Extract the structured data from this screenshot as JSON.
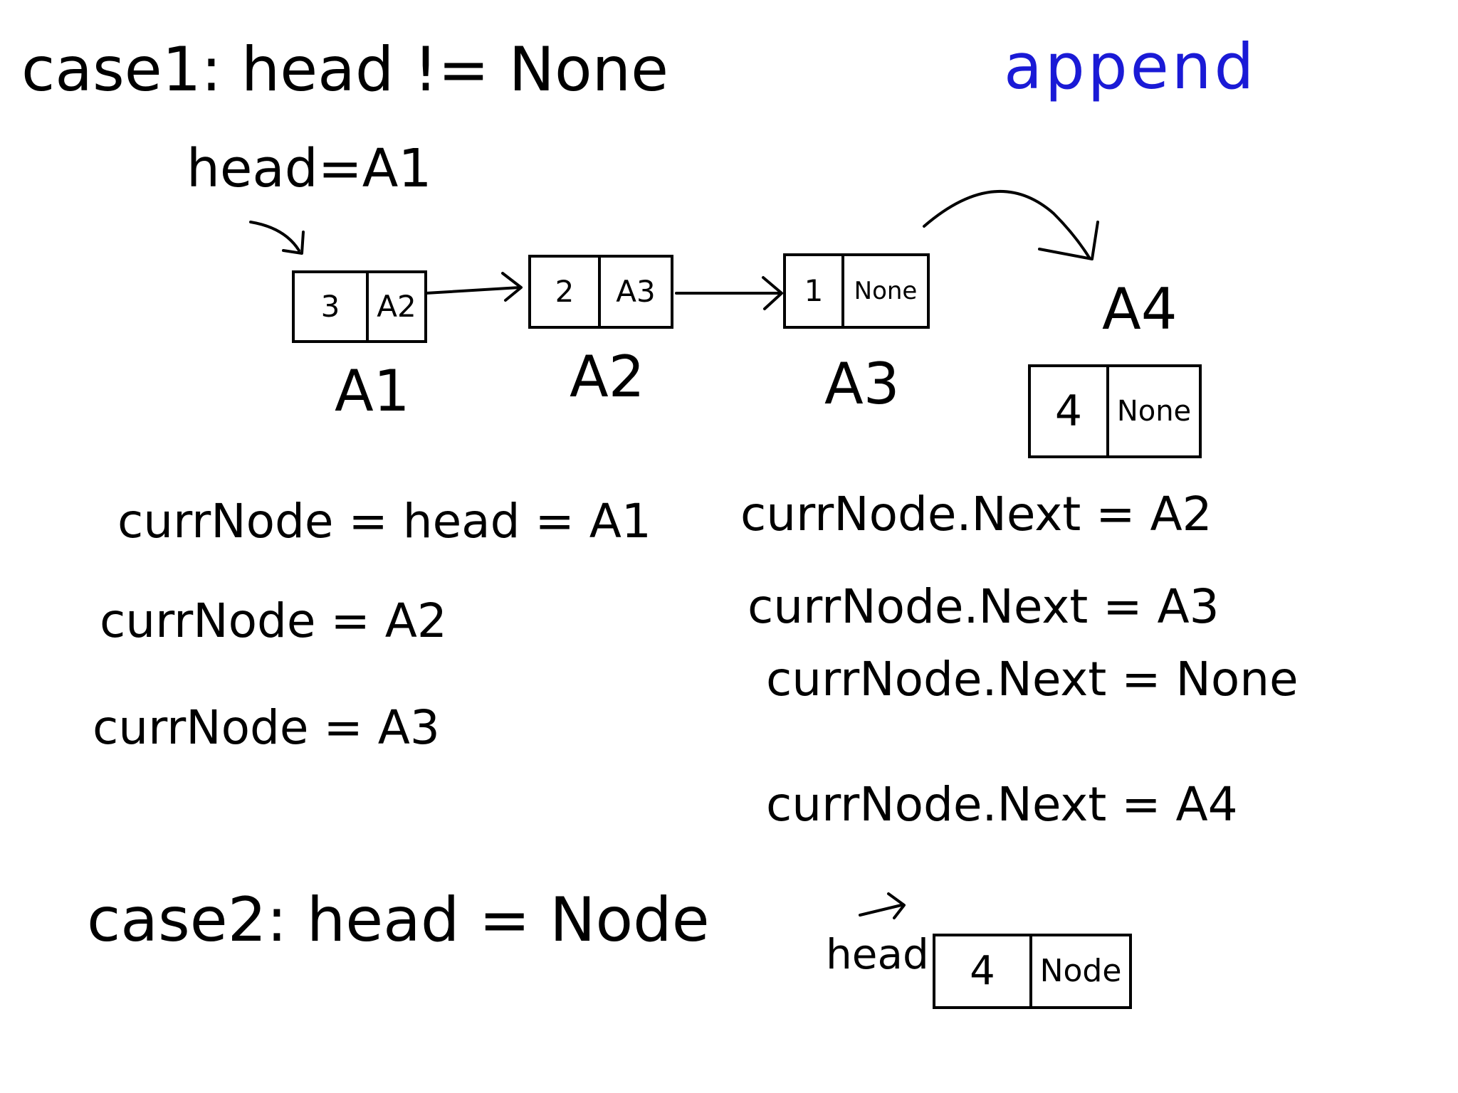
{
  "title": "append",
  "case1": {
    "heading": "case1: head != None",
    "head_label": "head=A1",
    "nodes": [
      {
        "value": "3",
        "next": "A2",
        "label": "A1"
      },
      {
        "value": "2",
        "next": "A3",
        "label": "A2"
      },
      {
        "value": "1",
        "next": "None",
        "label": "A3"
      }
    ],
    "new_node": {
      "value": "4",
      "next": "None",
      "label": "A4"
    },
    "left_steps": [
      "currNode = head = A1",
      "currNode = A2",
      "currNode = A3"
    ],
    "right_steps": [
      "currNode.Next = A2",
      "currNode.Next = A3",
      "currNode.Next = None",
      "currNode.Next = A4"
    ]
  },
  "case2": {
    "heading": "case2: head = Node",
    "head_label": "head",
    "node": {
      "value": "4",
      "next": "Node"
    }
  }
}
